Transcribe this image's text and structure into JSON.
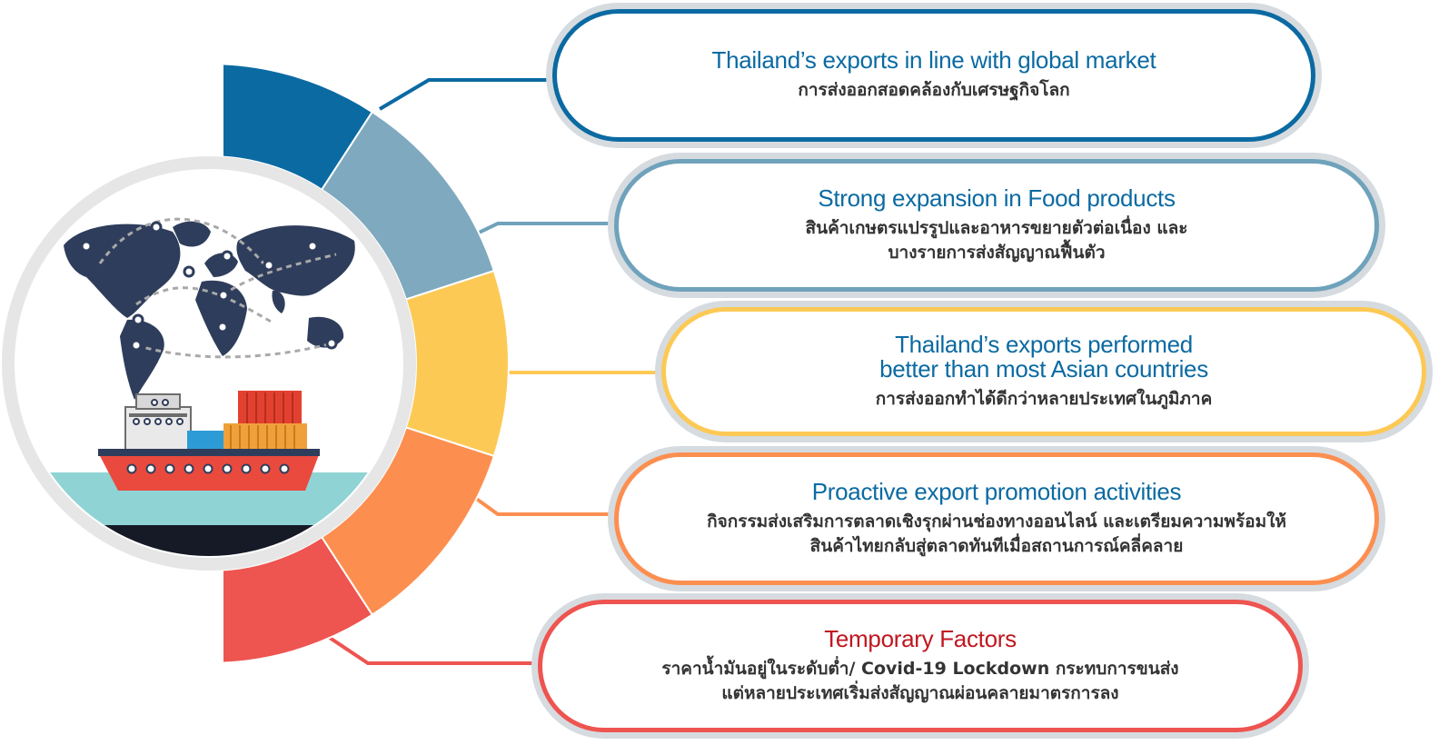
{
  "segments": [
    {
      "color": "#0b6aa2",
      "border": "#0b6aa2",
      "shadow": "#d6dbe0",
      "title_lines": [
        "Thailand’s exports in line with global market"
      ],
      "title_color": "#0b6aa2",
      "desc_lines": [
        "การส่งออกสอดคล้องกับเศรษฐกิจโลก"
      ]
    },
    {
      "color": "#7fa9bf",
      "border": "#6fa2bb",
      "shadow": "#d6dbe0",
      "title_lines": [
        "Strong expansion in Food products"
      ],
      "title_color": "#0b6aa2",
      "desc_lines": [
        "สินค้าเกษตรแปรรูปและอาหารขยายตัวต่อเนื่อง และ",
        "บางรายการส่งสัญญาณฟื้นตัว"
      ]
    },
    {
      "color": "#fdc955",
      "border": "#fdc955",
      "shadow": "#d6dbe0",
      "title_lines": [
        "Thailand’s exports performed",
        "better than most Asian countries"
      ],
      "title_color": "#0b6aa2",
      "desc_lines": [
        "การส่งออกทำได้ดีกว่าหลายประเทศในภูมิภาค"
      ]
    },
    {
      "color": "#fc8f50",
      "border": "#fc8f50",
      "shadow": "#d6dbe0",
      "title_lines": [
        "Proactive export promotion activities"
      ],
      "title_color": "#0b6aa2",
      "desc_lines": [
        "กิจกรรมส่งเสริมการตลาดเชิงรุกผ่านช่องทางออนไลน์ และเตรียมความพร้อมให้",
        "สินค้าไทยกลับสู่ตลาดทันทีเมื่อสถานการณ์คลี่คลาย"
      ]
    },
    {
      "color": "#ee5450",
      "border": "#ee5450",
      "shadow": "#d6dbe0",
      "title_lines": [
        "Temporary Factors"
      ],
      "title_color": "#c0171f",
      "desc_lines": [
        "ราคาน้ำมันอยู่ในระดับต่ำ/ Covid-19 Lockdown กระทบการขนส่ง",
        "แต่หลายประเทศเริ่มส่งสัญญาณผ่อนคลายมาตรการลง"
      ]
    }
  ],
  "illustration": {
    "map_color": "#2f3d5c",
    "sea_color": "#8fd3d5",
    "hull_color": "#ea4a3d"
  }
}
